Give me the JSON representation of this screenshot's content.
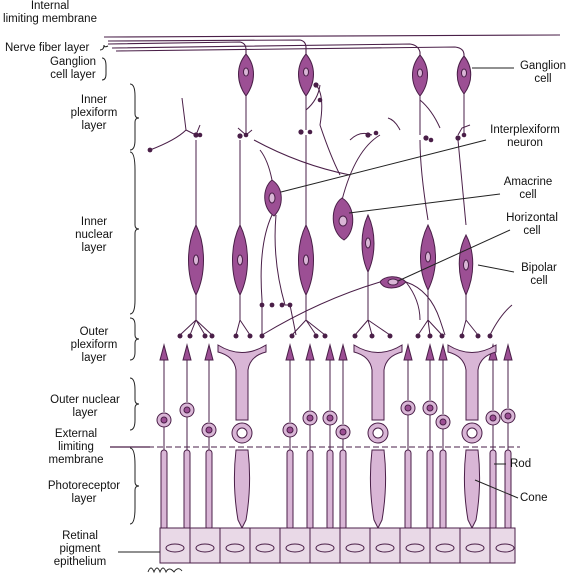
{
  "labels": {
    "internal_limiting_membrane": "Internal\nlimiting membrane",
    "nerve_fiber_layer": "Nerve fiber layer",
    "ganglion_cell_layer": "Ganglion\ncell layer",
    "inner_plexiform_layer": "Inner\nplexiform\nlayer",
    "inner_nuclear_layer": "Inner\nnuclear\nlayer",
    "outer_plexiform_layer": "Outer\nplexiform\nlayer",
    "outer_nuclear_layer": "Outer nuclear\nlayer",
    "external_limiting_membrane": "External\nlimiting\nmembrane",
    "photoreceptor_layer": "Photoreceptor\nlayer",
    "retinal_pigment_epithelium": "Retinal\npigment\nepithelium",
    "ganglion_cell": "Ganglion\ncell",
    "interplexiform_neuron": "Interplexiform\nneuron",
    "amacrine_cell": "Amacrine\ncell",
    "horizontal_cell": "Horizontal\ncell",
    "bipolar_cell": "Bipolar\ncell",
    "rod": "Rod",
    "cone": "Cone"
  },
  "colors": {
    "neuron": "#9c4f94",
    "neuron_dark": "#6a2a66",
    "photoreceptor": "#d9b6d6",
    "outline": "#4a1f48",
    "epithelium": "#e9d9e7"
  }
}
